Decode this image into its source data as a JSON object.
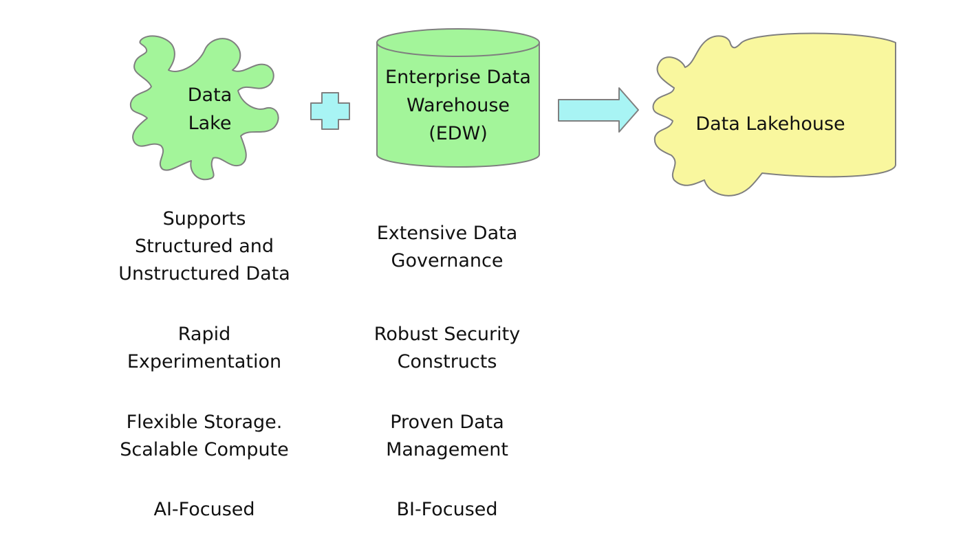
{
  "colors": {
    "data_lake_fill": "#a3f59a",
    "edw_fill": "#a3f59a",
    "plus_fill": "#a8f4f4",
    "arrow_fill": "#a8f4f4",
    "lakehouse_fill": "#f9f79e",
    "outline": "#7f7f7f"
  },
  "shapes": {
    "data_lake": {
      "label": "Data\nLake",
      "shape_icon": "puzzle-piece-icon"
    },
    "plus": {
      "shape_icon": "plus-icon"
    },
    "edw": {
      "label": "Enterprise Data\nWarehouse\n(EDW)",
      "shape_icon": "database-cylinder-icon"
    },
    "arrow": {
      "shape_icon": "right-arrow-icon"
    },
    "lakehouse": {
      "label": "Data Lakehouse",
      "shape_icon": "puzzle-cylinder-icon"
    }
  },
  "data_lake_features": [
    "Supports\nStructured and\nUnstructured Data",
    "Rapid\nExperimentation",
    "Flexible Storage.\nScalable Compute",
    "AI-Focused"
  ],
  "edw_features": [
    "Extensive Data\nGovernance",
    "Robust Security\nConstructs",
    "Proven Data\nManagement",
    "BI-Focused"
  ]
}
